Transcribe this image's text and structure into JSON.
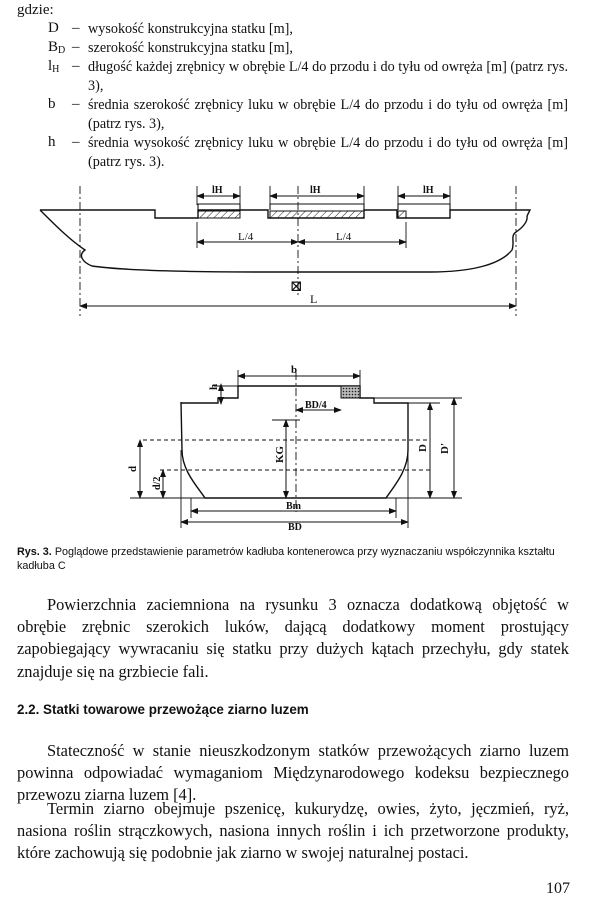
{
  "intro": "gdzie:",
  "definitions": [
    {
      "sym": "D",
      "sub": "",
      "dash": "–",
      "text": "wysokość konstrukcyjna statku [m],"
    },
    {
      "sym": "B",
      "sub": "D",
      "dash": "–",
      "text": "szerokość konstrukcyjna statku [m],"
    },
    {
      "sym": "l",
      "sub": "H",
      "dash": "–",
      "text": "długość każdej zrębnicy w obrębie L/4 do przodu i do tyłu od owręża [m] (patrz rys. 3),"
    },
    {
      "sym": "b",
      "sub": "",
      "dash": "–",
      "text": "średnia szerokość zrębnicy luku w obrębie L/4 do przodu i do tyłu od owręża [m] (patrz rys. 3),"
    },
    {
      "sym": "h",
      "sub": "",
      "dash": "–",
      "text": "średnia wysokość zrębnicy luku w obrębie L/4 do przodu i do tyłu od owręża [m] (patrz rys. 3)."
    }
  ],
  "figure": {
    "top_labels": {
      "lh": "lH",
      "quarter": "L/4",
      "L": "L",
      "midship": "⊠"
    },
    "section_labels": {
      "b": "b",
      "h": "h",
      "bd4": "BD/4",
      "D": "D",
      "Dprime": "D'",
      "KG": "KG",
      "d": "d",
      "d2": "d/2",
      "Bm": "Bm",
      "BD": "BD"
    }
  },
  "caption": {
    "label": "Rys. 3.",
    "text": "Poglądowe przedstawienie parametrów kadłuba kontenerowca przy wyznaczaniu współczynnika kształtu kadłuba C"
  },
  "paragraph1": "Powierzchnia zaciemniona na rysunku 3 oznacza dodatkową objętość w obrębie zrębnic szerokich luków, dającą dodatkowy moment prostujący zapobiegający wywracaniu się statku przy dużych kątach przechyłu, gdy statek znajduje się na grzbiecie fali.",
  "heading": "2.2. Statki towarowe przewożące ziarno luzem",
  "paragraph2": "Stateczność w stanie nieuszkodzonym statków przewożących ziarno luzem powinna odpowiadać wymaganiom Międzynarodowego kodeksu bezpiecznego przewozu ziarna luzem [4].",
  "paragraph3": "Termin ziarno obejmuje pszenicę, kukurydzę, owies, żyto, jęczmień, ryż, nasiona roślin strączkowych, nasiona innych roślin i ich przetworzone produkty, które zachowują się podobnie jak ziarno w swojej naturalnej postaci.",
  "page_number": "107"
}
